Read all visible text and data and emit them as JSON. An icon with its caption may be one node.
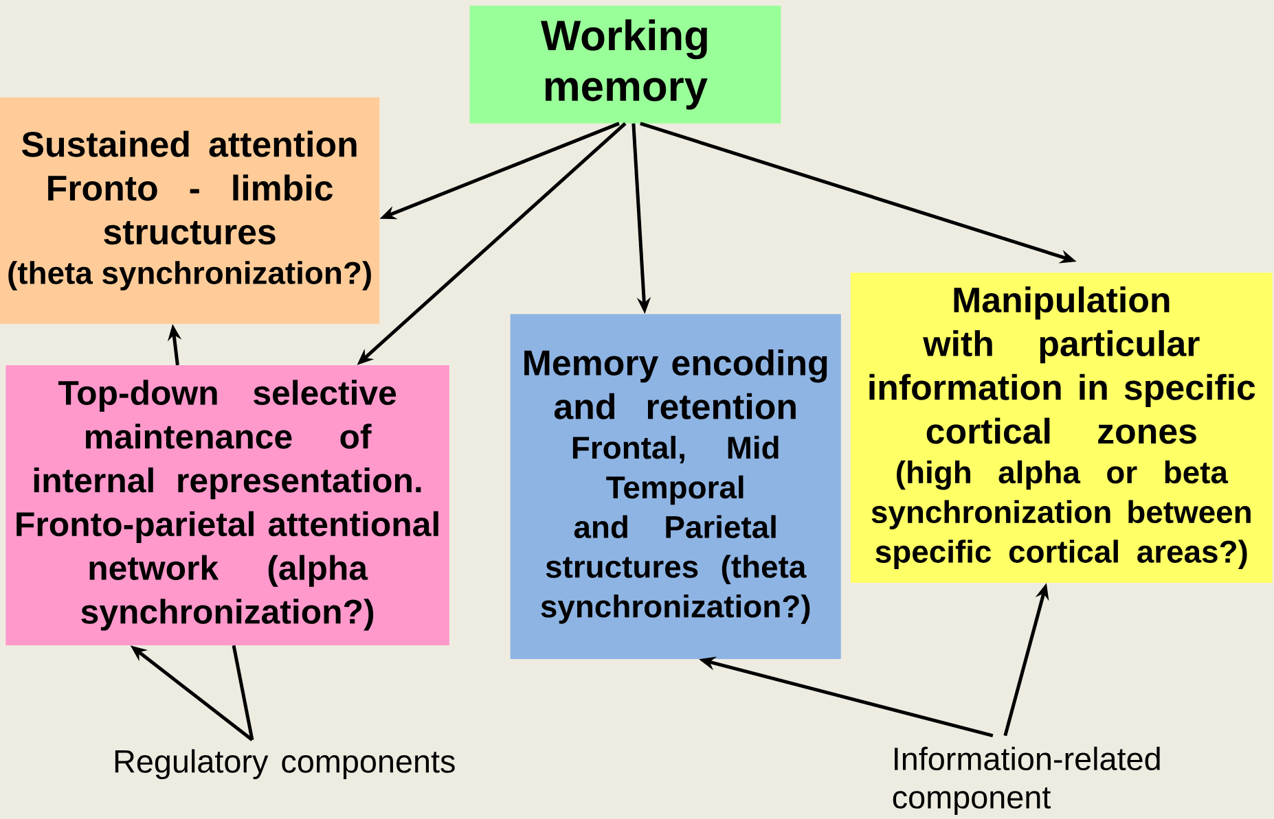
{
  "diagram": {
    "nodes": [
      {
        "text": [
          "Working memory"
        ]
      },
      {
        "text": [
          "Sustained attention Fronto - limbic structures",
          "(theta synchronization?)"
        ]
      },
      {
        "text": [
          "Top-down selective maintenance of internal representation.",
          "Fronto-parietal attentional network (alpha synchronization?)"
        ]
      },
      {
        "text": [
          "Memory encoding and retention",
          "Frontal, Mid Temporal  and Parietal structures (theta synchronization?)"
        ]
      },
      {
        "text": [
          "Manipulation with particular information in specific cortical zones",
          "(high alpha or beta synchronization between specific cortical areas?)"
        ]
      },
      {
        "text": [
          "Regulatory components"
        ]
      },
      {
        "text": [
          "Information-related component"
        ]
      }
    ],
    "edges": [
      {
        "from": 0,
        "to": 1,
        "arrow": "to"
      },
      {
        "from": 0,
        "to": 2,
        "arrow": "to"
      },
      {
        "from": 0,
        "to": 3,
        "arrow": "to"
      },
      {
        "from": 0,
        "to": 4,
        "arrow": "to"
      },
      {
        "from": 2,
        "to": 1,
        "arrow": "to"
      },
      {
        "from": 5,
        "to": 2,
        "arrow": "to"
      },
      {
        "from": 5,
        "to": 2,
        "arrow": "none"
      },
      {
        "from": 6,
        "to": 3,
        "arrow": "to"
      },
      {
        "from": 6,
        "to": 4,
        "arrow": "to"
      }
    ]
  }
}
